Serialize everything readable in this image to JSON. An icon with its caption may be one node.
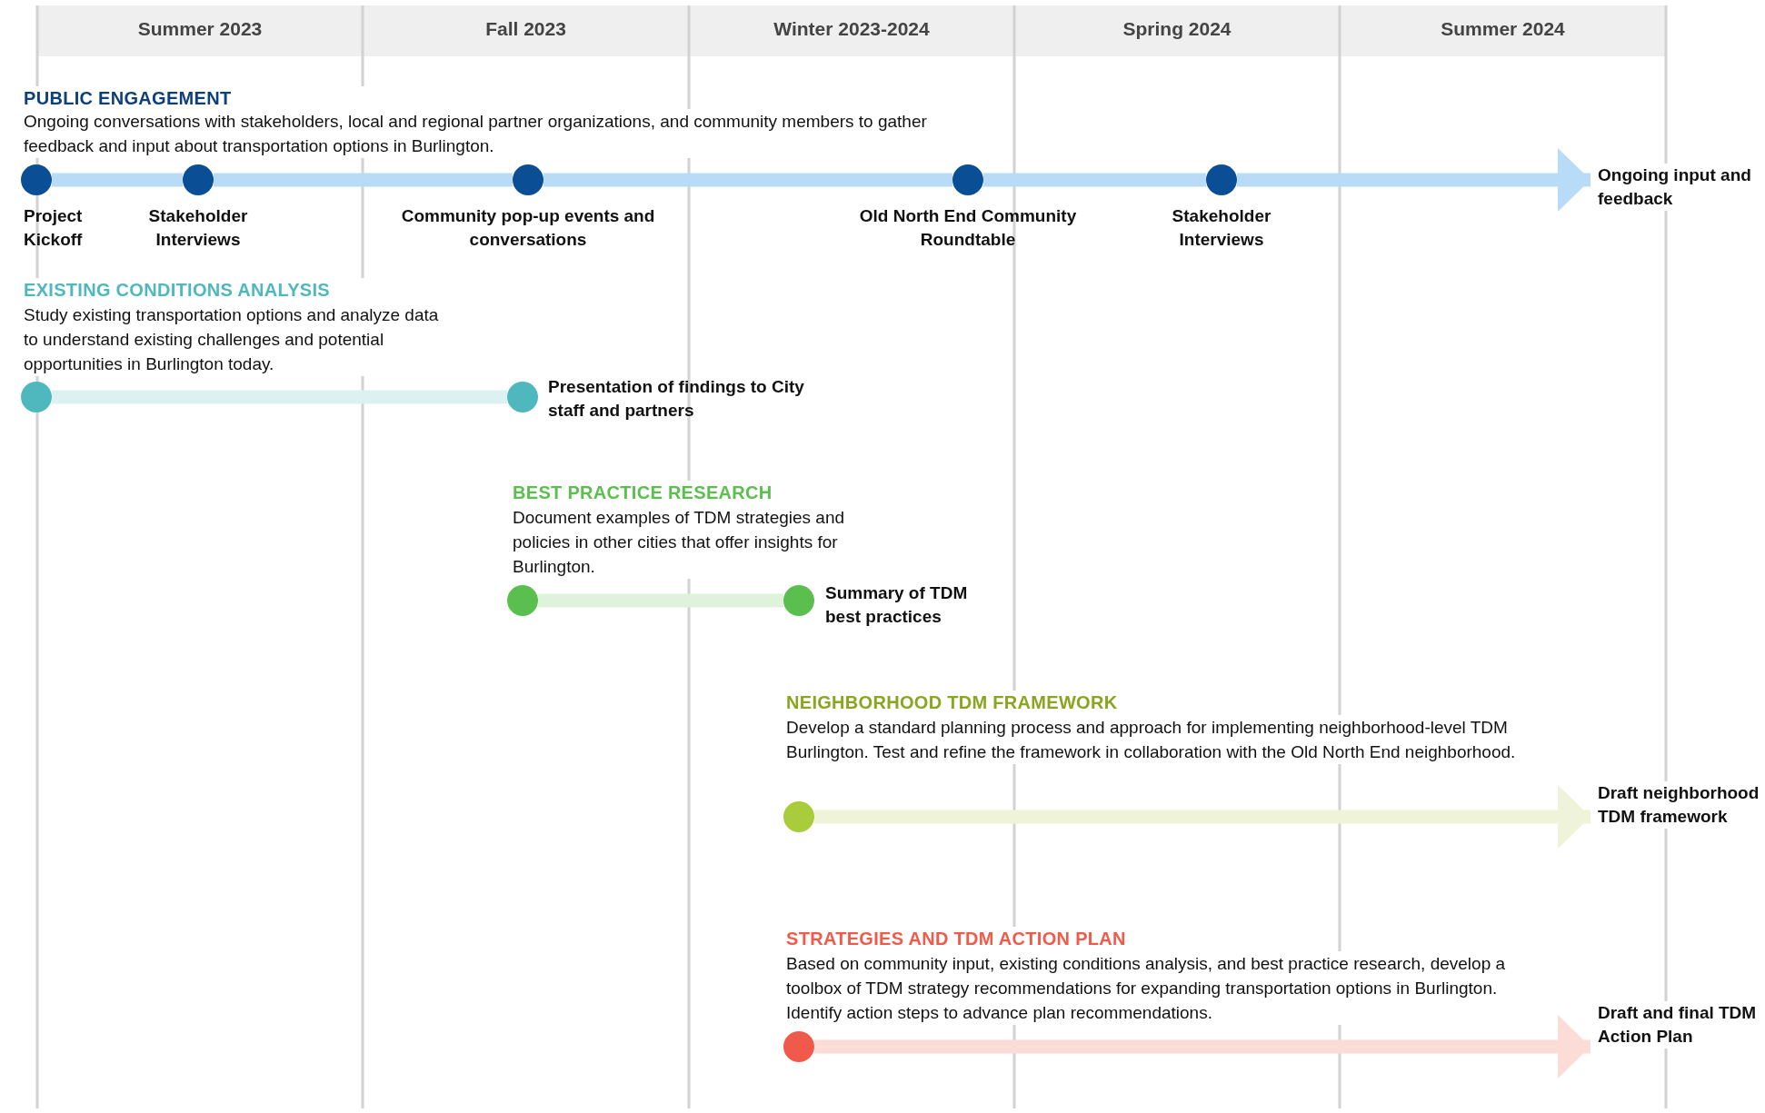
{
  "diagram": {
    "nodes": [
      {
        "text": [],
        "shape": "circle",
        "beside": [
          "Project Kickoff"
        ]
      },
      {
        "text": [],
        "shape": "circle",
        "beside": [
          "Stakeholder Interviews"
        ]
      },
      {
        "text": [],
        "shape": "circle",
        "beside": [
          "Community pop-up events and conversations"
        ]
      },
      {
        "text": [],
        "shape": "circle",
        "beside": [
          "Old North End Community Roundtable"
        ]
      },
      {
        "text": [],
        "shape": "circle",
        "beside": [
          "Stakeholder Interviews"
        ]
      },
      {
        "text": [
          "Ongoing input and feedback"
        ]
      },
      {
        "text": [],
        "shape": "circle"
      },
      {
        "text": [],
        "shape": "circle",
        "beside": [
          "Presentation of findings to City staff and partners"
        ]
      },
      {
        "text": [],
        "shape": "circle"
      },
      {
        "text": [],
        "shape": "circle",
        "beside": [
          "Summary of TDM best practices"
        ]
      },
      {
        "text": [],
        "shape": "circle"
      },
      {
        "text": [
          "Draft neighborhood TDM framework"
        ]
      },
      {
        "text": [],
        "shape": "circle"
      },
      {
        "text": [
          "Draft and final TDM Action Plan"
        ]
      }
    ],
    "edges": [
      {
        "from": 0,
        "to": 1,
        "arrow": "none",
        "color": "#b8dcf7"
      },
      {
        "from": 1,
        "to": 2,
        "arrow": "none",
        "color": "#b8dcf7"
      },
      {
        "from": 2,
        "to": 3,
        "arrow": "none",
        "color": "#b8dcf7"
      },
      {
        "from": 3,
        "to": 4,
        "arrow": "none",
        "color": "#b8dcf7"
      },
      {
        "from": 4,
        "to": 5,
        "arrow": "to",
        "color": "#b8dcf7"
      },
      {
        "from": 6,
        "to": 7,
        "arrow": "none",
        "color": "#dcf1f2"
      },
      {
        "from": 8,
        "to": 9,
        "arrow": "none",
        "color": "#dff2dc"
      },
      {
        "from": 10,
        "to": 11,
        "arrow": "to",
        "color": "#eef3d9"
      },
      {
        "from": 12,
        "to": 13,
        "arrow": "to",
        "color": "#fcdcd6"
      }
    ],
    "labels": [
      "Summer 2023",
      "Fall 2023",
      "Winter 2023-2024",
      "Spring 2024",
      "Summer 2024",
      "PUBLIC ENGAGEMENT",
      "Ongoing conversations with stakeholders, local and regional partner organizations, and community members to gather feedback and input about transportation options in Burlington.",
      "EXISTING CONDITIONS ANALYSIS",
      "Study existing transportation options and analyze data to understand existing challenges and potential opportunities in Burlington today.",
      "BEST PRACTICE RESEARCH",
      "Document examples of TDM strategies and policies in other cities that offer insights for Burlington.",
      "NEIGHBORHOOD TDM FRAMEWORK",
      "Develop a standard planning process and approach for implementing neighborhood-level TDM Burlington. Test and refine the framework in collaboration with the Old North End neighborhood.",
      "STRATEGIES AND TDM ACTION PLAN",
      "Based on community input, existing conditions analysis, and best practice research, develop a toolbox of TDM strategy recommendations for expanding transportation options in Burlington. Identify action steps to advance plan recommendations."
    ]
  }
}
